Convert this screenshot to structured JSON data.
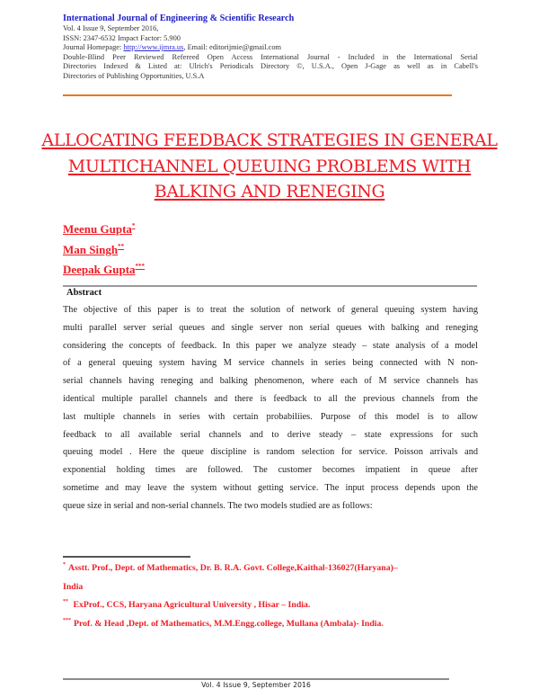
{
  "header": {
    "journal_name": "International Journal of Engineering & Scientific Research",
    "volume_issue": "Vol. 4 Issue 9, September 2016,",
    "issn": "ISSN: 2347-6532 Impact Factor: 5.900",
    "homepage_label": "Journal Homepage: ",
    "homepage_url": "http://www.ijmra.us",
    "email_label": ", Email: ",
    "email": "editorijmie@gmail.com",
    "description_line1": "Double-Blind Peer Reviewed Refereed Open Access International Journal - Included in the International Serial",
    "description_line2": "Directories Indexed & Listed at: Ulrich's Periodicals Directory ©, U.S.A., Open J-Gage as well as in Cabell's",
    "description_line3": "Directories of Publishing Opportunities, U.S.A",
    "accent_color": "#e87722",
    "journal_color": "#2020c8"
  },
  "title": {
    "lines": [
      "Allocating Feedback Strategies in General",
      "Multichannel Queuing Problems with",
      "Balking and Reneging"
    ],
    "color": "#ee1c25"
  },
  "authors": [
    {
      "name": "Meenu Gupta",
      "mark": "*"
    },
    {
      "name": "Man Singh",
      "mark": "**"
    },
    {
      "name": "Deepak Gupta",
      "mark": "***"
    }
  ],
  "abstract": {
    "heading": "Abstract",
    "lines": [
      " The objective of this paper is to treat the solution of network of general queuing system having",
      "multi parallel server serial queues and single server non serial queues with balking and reneging",
      "considering the concepts of feedback. In this paper we analyze steady – state analysis of a model",
      "of a general queuing system having M service channels in series being connected with N non-",
      "serial channels having reneging and balking phenomenon, where each of M service channels has",
      "identical multiple parallel channels and there is feedback to all the previous channels from the",
      "last multiple channels in series with certain probabiliies. Purpose of this model is to allow",
      "feedback to all available serial channels and to derive steady – state expressions  for such",
      "queuing model . Here the queue discipline is random selection for service. Poisson arrivals and",
      "exponential holding times are followed.  The customer becomes impatient in queue after",
      "sometime and may leave the system without getting service. The input process depends upon the",
      "queue size in serial and non-serial channels. The two models studied are as follows:"
    ]
  },
  "footnotes": [
    {
      "mark": "*",
      "text": "Asstt. Prof., Dept. of Mathematics, Dr. B. R.A. Govt. College,Kaithal-136027(Haryana)–",
      "text2": "India"
    },
    {
      "mark": "**",
      "text": " ExProf., CCS, Haryana Agricultural University , Hisar – India."
    },
    {
      "mark": "***",
      "text": "Prof. & Head ,Dept. of Mathematics, M.M.Engg.college, Mullana (Ambala)- India."
    }
  ],
  "footer": {
    "text": "Vol. 4 Issue 9, September 2016"
  }
}
